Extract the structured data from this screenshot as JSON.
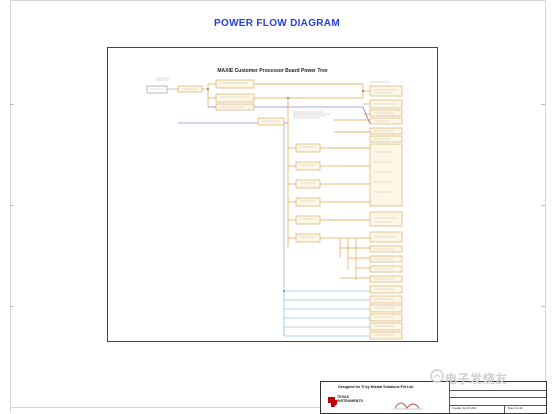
{
  "page": {
    "title": "POWER FLOW DIAGRAM"
  },
  "diagram": {
    "heading": "MAXIE Customer Processor Board Power Tree"
  },
  "title_block": {
    "designed_by": "Designed for TI by Mistral Solutions Pvt Ltd.",
    "company_line1": "TEXAS",
    "company_line2": "INSTRUMENTS",
    "date_text": "Tuesday, July 29, 2014",
    "sheet_text": "Sheet 3 of 40"
  },
  "watermark": {
    "text": "电子发烧友"
  },
  "colors": {
    "title_blue": "#2a3fd6",
    "line_orange": "#e6a04a",
    "line_blue": "#6aa7dc",
    "line_purple": "#7b4fa8",
    "block_fill": "#fff7e6"
  }
}
